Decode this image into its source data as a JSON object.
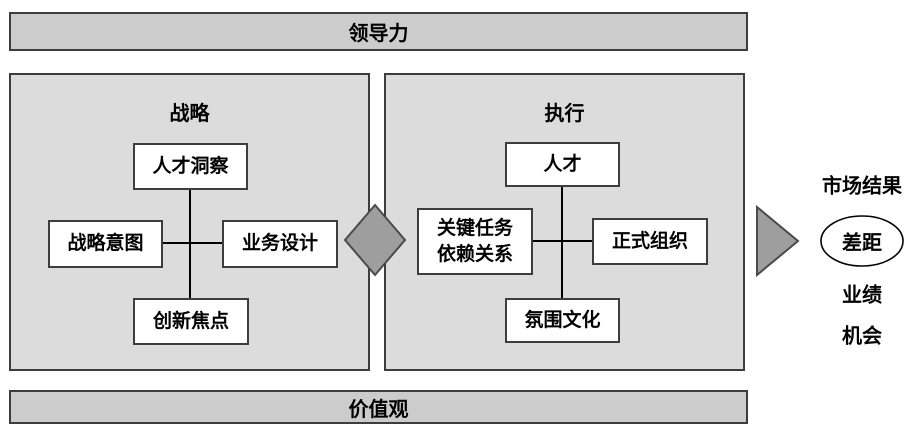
{
  "colors": {
    "bar_fill": "#cccccc",
    "panel_fill": "#dcdcdc",
    "box_fill": "#ffffff",
    "shape_fill": "#9e9e9e",
    "border": "#3d3d3d",
    "shape_border": "#4a4a4a",
    "text": "#000000",
    "background": "#ffffff"
  },
  "top_bar": {
    "label": "领导力"
  },
  "bottom_bar": {
    "label": "价值观"
  },
  "strategy_panel": {
    "title": "战略",
    "boxes": {
      "talent_insight": "人才洞察",
      "strategic_intent": "战略意图",
      "business_design": "业务设计",
      "innovation_focus": "创新焦点"
    }
  },
  "execution_panel": {
    "title": "执行",
    "boxes": {
      "talent": "人才",
      "key_tasks_line1": "关键任务",
      "key_tasks_line2": "依赖关系",
      "formal_organization": "正式组织",
      "atmosphere_culture": "氛围文化"
    }
  },
  "outcome": {
    "market_results": "市场结果",
    "gap": "差距",
    "performance": "业绩",
    "opportunity": "机会"
  }
}
